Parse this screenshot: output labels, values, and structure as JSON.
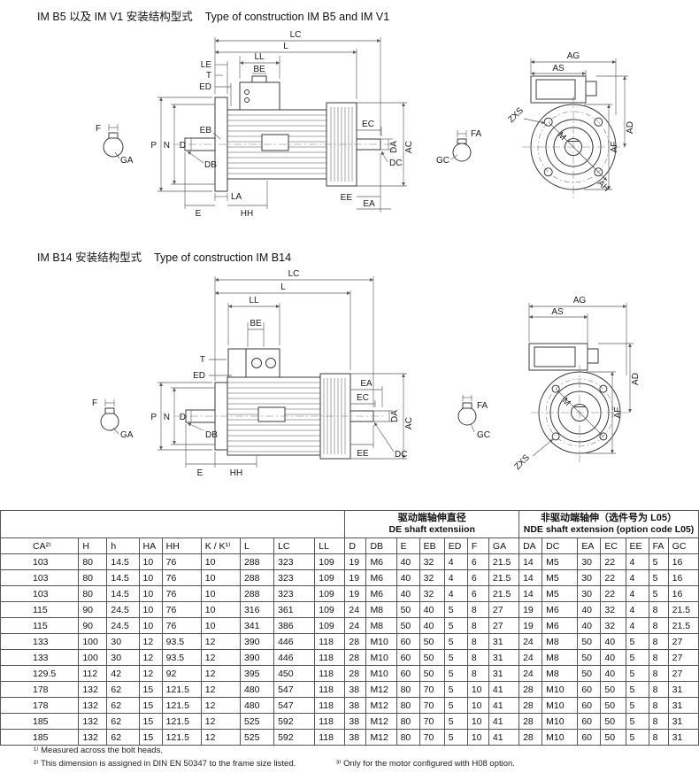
{
  "titles": {
    "section1_zh": "IM B5 以及 IM V1 安装结构型式",
    "section1_en": "Type of construction IM B5 and IM V1",
    "section2_zh": "IM B14 安装结构型式",
    "section2_en": "Type of construction IM B14"
  },
  "dim": {
    "LC": "LC",
    "L": "L",
    "LE": "LE",
    "T": "T",
    "ED": "ED",
    "LL": "LL",
    "BE": "BE",
    "EB": "EB",
    "D": "D",
    "DB": "DB",
    "P": "P",
    "N": "N",
    "F": "F",
    "GA": "GA",
    "LA": "LA",
    "E": "E",
    "HH": "HH",
    "EC": "EC",
    "DA": "DA",
    "AC": "AC",
    "DC": "DC",
    "EE": "EE",
    "EA": "EA",
    "AG": "AG",
    "AS": "AS",
    "ZXS": "ZXS",
    "M": "M",
    "AF": "AF",
    "AD": "AD",
    "AH": "AH",
    "FA": "FA",
    "GC": "GC"
  },
  "table": {
    "group_de_zh": "驱动端轴伸直径",
    "group_de_en": "DE shaft extensiion",
    "group_nde_zh": "非驱动端轴伸（选件号为 L05）",
    "group_nde_en": "NDE shaft extension  (option code L05)",
    "columns": [
      "CA²⁾",
      "H",
      "h",
      "HA",
      "HH",
      "K / K¹⁾",
      "L",
      "LC",
      "LL",
      "D",
      "DB",
      "E",
      "EB",
      "ED",
      "F",
      "GA",
      "DA",
      "DC",
      "EA",
      "EC",
      "EE",
      "FA",
      "GC"
    ],
    "rows": [
      [
        "103",
        "80",
        "14.5",
        "10",
        "76",
        "10",
        "288",
        "323",
        "109",
        "19",
        "M6",
        "40",
        "32",
        "4",
        "6",
        "21.5",
        "14",
        "M5",
        "30",
        "22",
        "4",
        "5",
        "16"
      ],
      [
        "103",
        "80",
        "14.5",
        "10",
        "76",
        "10",
        "288",
        "323",
        "109",
        "19",
        "M6",
        "40",
        "32",
        "4",
        "6",
        "21.5",
        "14",
        "M5",
        "30",
        "22",
        "4",
        "5",
        "16"
      ],
      [
        "103",
        "80",
        "14.5",
        "10",
        "76",
        "10",
        "288",
        "323",
        "109",
        "19",
        "M6",
        "40",
        "32",
        "4",
        "6",
        "21.5",
        "14",
        "M5",
        "30",
        "22",
        "4",
        "5",
        "16"
      ],
      [
        "115",
        "90",
        "24.5",
        "10",
        "76",
        "10",
        "316",
        "361",
        "109",
        "24",
        "M8",
        "50",
        "40",
        "5",
        "8",
        "27",
        "19",
        "M6",
        "40",
        "32",
        "4",
        "8",
        "21.5"
      ],
      [
        "115",
        "90",
        "24.5",
        "10",
        "76",
        "10",
        "341",
        "386",
        "109",
        "24",
        "M8",
        "50",
        "40",
        "5",
        "8",
        "27",
        "19",
        "M6",
        "40",
        "32",
        "4",
        "8",
        "21.5"
      ],
      [
        "133",
        "100",
        "30",
        "12",
        "93.5",
        "12",
        "390",
        "446",
        "118",
        "28",
        "M10",
        "60",
        "50",
        "5",
        "8",
        "31",
        "24",
        "M8",
        "50",
        "40",
        "5",
        "8",
        "27"
      ],
      [
        "133",
        "100",
        "30",
        "12",
        "93.5",
        "12",
        "390",
        "446",
        "118",
        "28",
        "M10",
        "60",
        "50",
        "5",
        "8",
        "31",
        "24",
        "M8",
        "50",
        "40",
        "5",
        "8",
        "27"
      ],
      [
        "129.5",
        "112",
        "42",
        "12",
        "92",
        "12",
        "395",
        "450",
        "118",
        "28",
        "M10",
        "60",
        "50",
        "5",
        "8",
        "31",
        "24",
        "M8",
        "50",
        "40",
        "5",
        "8",
        "27"
      ],
      [
        "178",
        "132",
        "62",
        "15",
        "121.5",
        "12",
        "480",
        "547",
        "118",
        "38",
        "M12",
        "80",
        "70",
        "5",
        "10",
        "41",
        "28",
        "M10",
        "60",
        "50",
        "5",
        "8",
        "31"
      ],
      [
        "178",
        "132",
        "62",
        "15",
        "121.5",
        "12",
        "480",
        "547",
        "118",
        "38",
        "M12",
        "80",
        "70",
        "5",
        "10",
        "41",
        "28",
        "M10",
        "60",
        "50",
        "5",
        "8",
        "31"
      ],
      [
        "185",
        "132",
        "62",
        "15",
        "121.5",
        "12",
        "525",
        "592",
        "118",
        "38",
        "M12",
        "80",
        "70",
        "5",
        "10",
        "41",
        "28",
        "M10",
        "60",
        "50",
        "5",
        "8",
        "31"
      ],
      [
        "185",
        "132",
        "62",
        "15",
        "121.5",
        "12",
        "525",
        "592",
        "118",
        "38",
        "M12",
        "80",
        "70",
        "5",
        "10",
        "41",
        "28",
        "M10",
        "60",
        "50",
        "5",
        "8",
        "31"
      ]
    ]
  },
  "footnotes": {
    "f1": "¹⁾  Measured across the bolt heads.",
    "f2": "²⁾  This dimension is assigned in DIN EN 50347 to the frame size listed.",
    "f3": "³⁾  Only for the motor configured with H08 option."
  }
}
